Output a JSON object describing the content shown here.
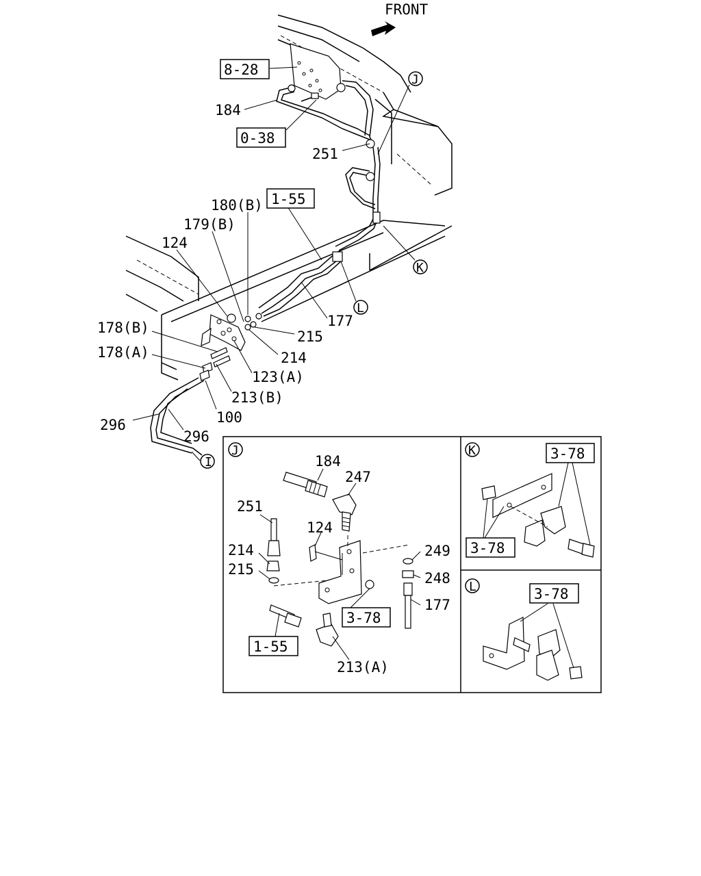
{
  "header": {
    "front_label": "FRONT"
  },
  "main_view": {
    "ref_boxes": {
      "r828": "8-28",
      "r038": "0-38",
      "r155": "1-55"
    },
    "labels": {
      "l184": "184",
      "l251": "251",
      "l180b": "180(B)",
      "l179b": "179(B)",
      "l124": "124",
      "l177": "177",
      "l215": "215",
      "l214": "214",
      "l178b": "178(B)",
      "l178a": "178(A)",
      "l123a": "123(A)",
      "l213b": "213(B)",
      "l100": "100",
      "l296a": "296",
      "l296b": "296"
    },
    "callouts": {
      "J": "J",
      "K": "K",
      "L": "L",
      "I": "I"
    }
  },
  "detail_j": {
    "tag": "J",
    "labels": {
      "l184": "184",
      "l247": "247",
      "l251": "251",
      "l124": "124",
      "l214": "214",
      "l215": "215",
      "l249": "249",
      "l248": "248",
      "l177": "177",
      "l213a": "213(A)"
    },
    "ref_boxes": {
      "r378": "3-78",
      "r155": "1-55"
    }
  },
  "detail_k": {
    "tag": "K",
    "ref_boxes": {
      "top": "3-78",
      "bottom": "3-78"
    }
  },
  "detail_l": {
    "tag": "L",
    "ref_boxes": {
      "top": "3-78"
    }
  },
  "icons": {
    "front_arrow": "arrow-icon",
    "callout": "circle-letter-icon"
  }
}
